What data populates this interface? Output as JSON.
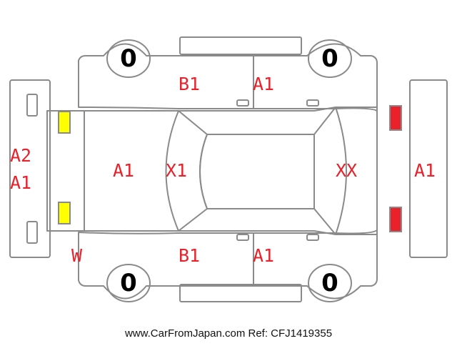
{
  "colors": {
    "outline": "#8a8a8a",
    "damage_text": "#e8212b",
    "front_lamp": "#ffff00",
    "rear_lamp": "#e8212b"
  },
  "tires": {
    "front_left": "0",
    "rear_left": "0",
    "front_right": "0",
    "rear_right": "0"
  },
  "labels": {
    "front_bumper_top": "A2",
    "front_bumper_bottom": "A1",
    "hood": "A1",
    "windshield": "X1",
    "roof_rear_glass": "XX",
    "rear_bumper": "A1",
    "front_door_top": "B1",
    "rear_door_top": "A1",
    "front_door_bottom": "B1",
    "rear_door_bottom": "A1",
    "front_fender_bottom": "W"
  },
  "footer": "www.CarFromJapan.com Ref: CFJ1419355"
}
